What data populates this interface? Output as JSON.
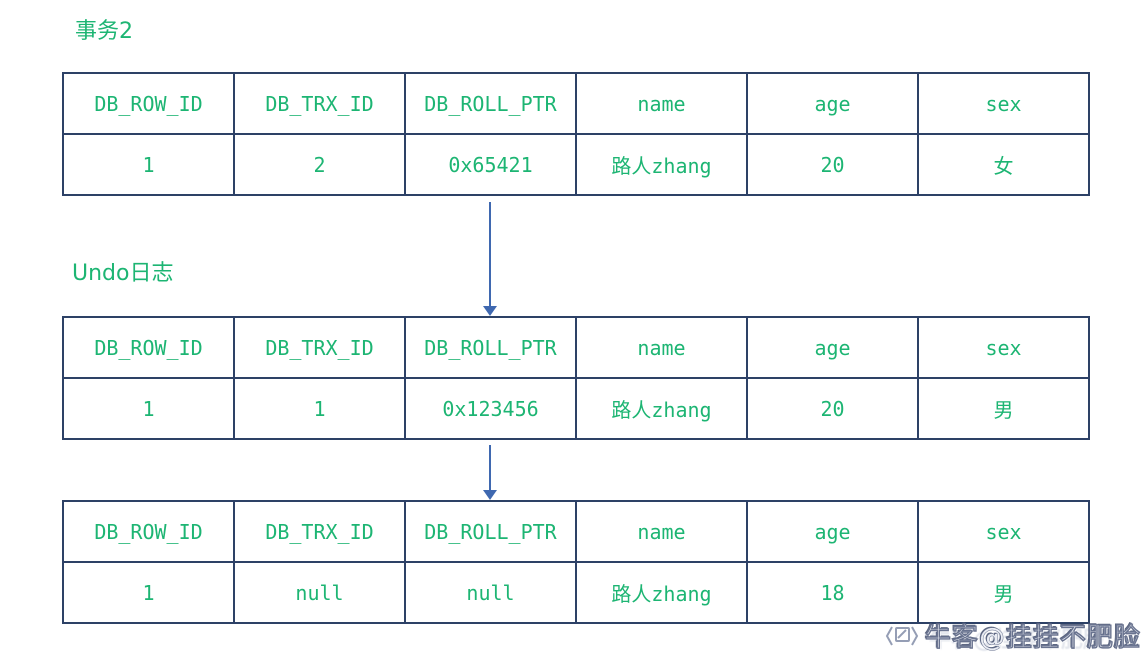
{
  "labels": {
    "transaction": "事务2",
    "undo_log": "Undo日志"
  },
  "tables": [
    {
      "name": "transaction2-record",
      "headers": [
        "DB_ROW_ID",
        "DB_TRX_ID",
        "DB_ROLL_PTR",
        "name",
        "age",
        "sex"
      ],
      "row": [
        "1",
        "2",
        "0x65421",
        "路人zhang",
        "20",
        "女"
      ]
    },
    {
      "name": "undo-log-record-1",
      "headers": [
        "DB_ROW_ID",
        "DB_TRX_ID",
        "DB_ROLL_PTR",
        "name",
        "age",
        "sex"
      ],
      "row": [
        "1",
        "1",
        "0x123456",
        "路人zhang",
        "20",
        "男"
      ]
    },
    {
      "name": "undo-log-record-2",
      "headers": [
        "DB_ROW_ID",
        "DB_TRX_ID",
        "DB_ROLL_PTR",
        "name",
        "age",
        "sex"
      ],
      "row": [
        "1",
        "null",
        "null",
        "路人zhang",
        "18",
        "男"
      ]
    }
  ],
  "watermark": {
    "icon": "niuke-logo-icon",
    "text": "牛客@挂挂不肥脸"
  },
  "colors": {
    "text_green": "#1db573",
    "border_navy": "#2d4166",
    "arrow_blue": "#3f68b0",
    "watermark_gray": "#8a94ad",
    "background": "#ffffff"
  }
}
